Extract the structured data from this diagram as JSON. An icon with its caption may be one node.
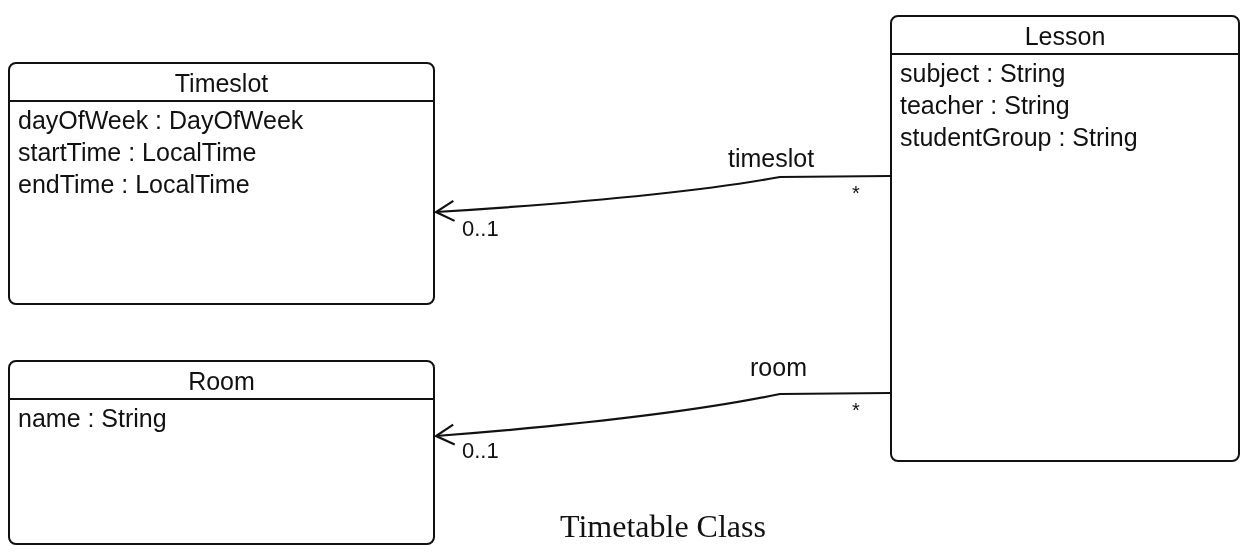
{
  "diagram": {
    "caption": "Timetable Class",
    "nodes": [
      {
        "text": [
          "Timeslot",
          "dayOfWeek : DayOfWeek",
          "startTime : LocalTime",
          "endTime : LocalTime"
        ]
      },
      {
        "text": [
          "Room",
          "name : String"
        ]
      },
      {
        "text": [
          "Lesson",
          "subject : String",
          "teacher : String",
          "studentGroup : String"
        ]
      }
    ],
    "edges": [
      {
        "from": 2,
        "to": 0,
        "arrow": "to",
        "label": "timeslot"
      },
      {
        "from": 2,
        "to": 1,
        "arrow": "to",
        "label": "room"
      }
    ],
    "labels": [
      "*",
      "0..1",
      "*",
      "0..1"
    ]
  }
}
